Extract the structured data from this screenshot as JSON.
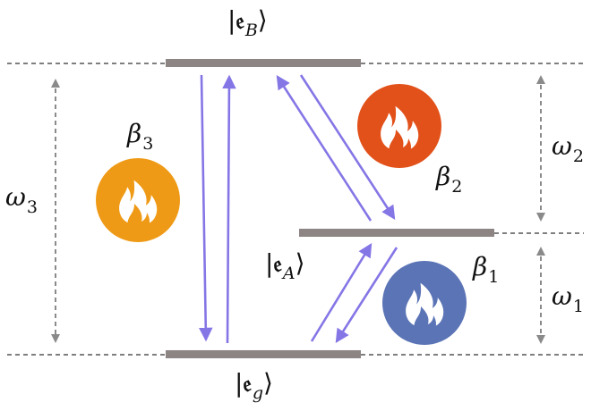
{
  "states": {
    "excited_B": {
      "symbol": "𝔢",
      "sub": "B"
    },
    "excited_A": {
      "symbol": "𝔢",
      "sub": "A"
    },
    "ground": {
      "symbol": "𝔢",
      "sub": "g"
    }
  },
  "baths": {
    "beta1": {
      "symbol": "β",
      "sub": "1",
      "color": "#5b74b6"
    },
    "beta2": {
      "symbol": "β",
      "sub": "2",
      "color": "#e2511a"
    },
    "beta3": {
      "symbol": "β",
      "sub": "3",
      "color": "#ef9a16"
    }
  },
  "frequencies": {
    "omega1": {
      "symbol": "ω",
      "sub": "1"
    },
    "omega2": {
      "symbol": "ω",
      "sub": "2"
    },
    "omega3": {
      "symbol": "ω",
      "sub": "3"
    }
  },
  "colors": {
    "level": "#8c8584",
    "arrow": "#8576e6",
    "guide": "#333333",
    "measure": "#8a8a8a"
  }
}
